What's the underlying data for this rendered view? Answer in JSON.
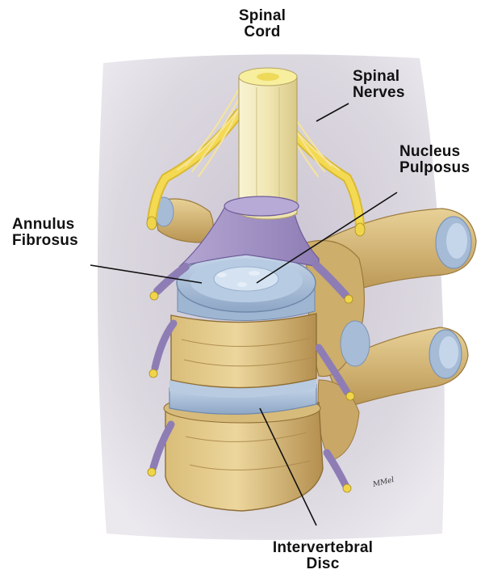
{
  "labels": {
    "spinal_cord": [
      "Spinal",
      "Cord"
    ],
    "spinal_nerves": [
      "Spinal",
      "Nerves"
    ],
    "nucleus_pulposus": [
      "Nucleus",
      "Pulposus"
    ],
    "annulus_fibrosus": [
      "Annulus",
      "Fibrosus"
    ],
    "intervertebral_disc": [
      "Intervertebral",
      "Disc"
    ]
  },
  "signature": "MMel",
  "colors": {
    "background_panel": "#d9d5de",
    "bone": "#e3c98a",
    "bone_shadow": "#b3904f",
    "disc": "#a9bfd8",
    "disc_light": "#c9d9ea",
    "dura": "#a898c6",
    "nerve": "#f2d64a",
    "cord": "#f4efc9"
  }
}
